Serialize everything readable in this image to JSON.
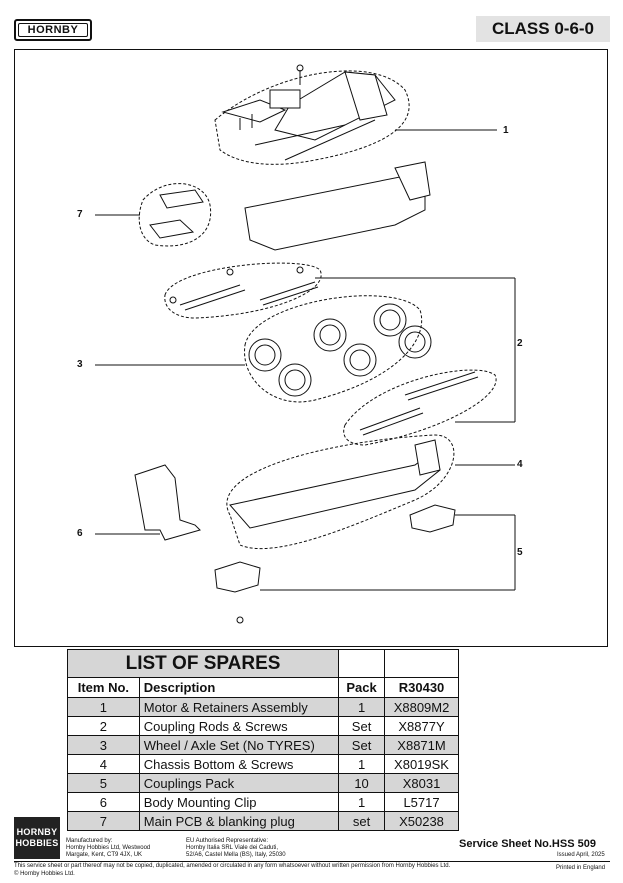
{
  "header": {
    "brand": "HORNBY",
    "class_title": "CLASS 0-6-0"
  },
  "diagram": {
    "callouts": [
      "1",
      "2",
      "3",
      "4",
      "5",
      "6",
      "7"
    ]
  },
  "spares": {
    "title": "LIST OF SPARES",
    "columns": [
      "Item No.",
      "Description",
      "Pack",
      "R30430"
    ],
    "rows": [
      {
        "item": "1",
        "desc": "Motor & Retainers Assembly",
        "pack": "1",
        "code": "X8809M2"
      },
      {
        "item": "2",
        "desc": "Coupling Rods & Screws",
        "pack": "Set",
        "code": "X8877Y"
      },
      {
        "item": "3",
        "desc": "Wheel / Axle Set (No TYRES)",
        "pack": "Set",
        "code": "X8871M"
      },
      {
        "item": "4",
        "desc": "Chassis Bottom & Screws",
        "pack": "1",
        "code": "X8019SK"
      },
      {
        "item": "5",
        "desc": "Couplings Pack",
        "pack": "10",
        "code": "X8031"
      },
      {
        "item": "6",
        "desc": "Body Mounting Clip",
        "pack": "1",
        "code": "L5717"
      },
      {
        "item": "7",
        "desc": "Main PCB & blanking plug",
        "pack": "set",
        "code": "X50238"
      }
    ]
  },
  "footer": {
    "hh_logo_line1": "HORNBY",
    "hh_logo_line2": "HOBBIES",
    "manufactured_label": "Manufactured by:",
    "manufactured_line1": "Hornby Hobbies Ltd, Westwood",
    "manufactured_line2": "Margate, Kent, CT9 4JX, UK",
    "eu_label": "EU Authorised Representative:",
    "eu_line1": "Hornby Italia SRL Viale dei Caduti,",
    "eu_line2": "52/A6, Castel Mella (BS), Italy, 25030",
    "service_sheet": "Service Sheet No.HSS 509",
    "issued": "Issued April, 2025",
    "disclaimer": "This service sheet or part thereof may not be copied, duplicated, amended or circulated in any form whatsoever without written permission from Hornby Hobbies Ltd.",
    "copyright": "© Hornby Hobbies Ltd.",
    "printed": "Printed in England"
  }
}
